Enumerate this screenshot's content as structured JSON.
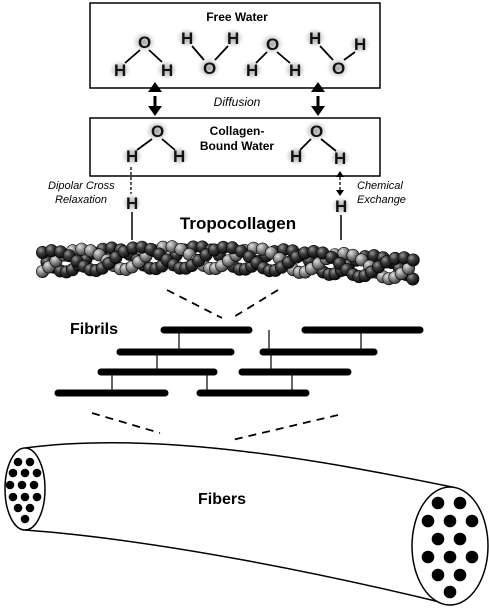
{
  "labels": {
    "free_water": "Free Water",
    "diffusion": "Diffusion",
    "bound_water_line1": "Collagen-",
    "bound_water_line2": "Bound Water",
    "dipolar_line1": "Dipolar Cross",
    "dipolar_line2": "Relaxation",
    "chemical_line1": "Chemical",
    "chemical_line2": "Exchange",
    "tropocollagen": "Tropocollagen",
    "fibrils": "Fibrils",
    "fibers": "Fibers"
  },
  "atoms": {
    "oxygen": "O",
    "hydrogen": "H"
  },
  "colors": {
    "ink": "#000000",
    "box_fill": "#ffffff",
    "sphere_dark": "#2a2a2a",
    "sphere_light": "#8a8a8a",
    "atom_glow": "#bdbdbd"
  }
}
